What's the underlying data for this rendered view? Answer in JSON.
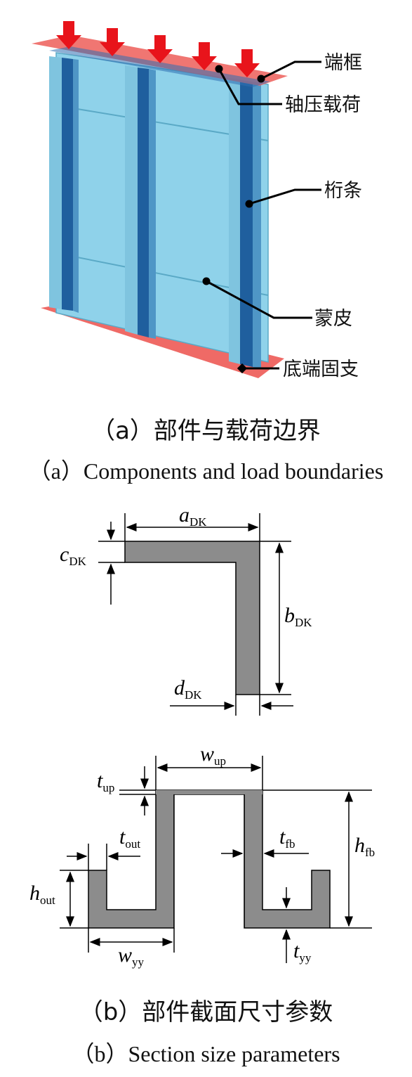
{
  "panel_a": {
    "callouts": {
      "end_frame": "端框",
      "axial_load": "轴压载荷",
      "stringer": "桁条",
      "skin": "蒙皮",
      "bottom_fixed": "底端固支"
    },
    "caption_cn": "（a）部件与载荷边界",
    "caption_en": "（a）Components and load boundaries"
  },
  "panel_b": {
    "dk_labels": {
      "a": "a",
      "a_sub": "DK",
      "b": "b",
      "b_sub": "DK",
      "c": "c",
      "c_sub": "DK",
      "d": "d",
      "d_sub": "DK"
    },
    "hat_labels": {
      "w_up": "w",
      "w_up_sub": "up",
      "t_up": "t",
      "t_up_sub": "up",
      "t_out": "t",
      "t_out_sub": "out",
      "t_fb": "t",
      "t_fb_sub": "fb",
      "h_fb": "h",
      "h_fb_sub": "fb",
      "h_out": "h",
      "h_out_sub": "out",
      "w_yy": "w",
      "w_yy_sub": "yy",
      "t_yy": "t",
      "t_yy_sub": "yy"
    },
    "caption_cn": "（b）部件截面尺寸参数",
    "caption_en": "（b）Section size parameters"
  },
  "colors": {
    "skin": "#8fd2ea",
    "stringer": "#1f5f9e",
    "end_frame": "#ef6a66",
    "load_arrow": "#e8141b",
    "section_fill": "#8c8c8c"
  },
  "icons": [
    "load-arrow-icon",
    "callout-dot-icon"
  ]
}
